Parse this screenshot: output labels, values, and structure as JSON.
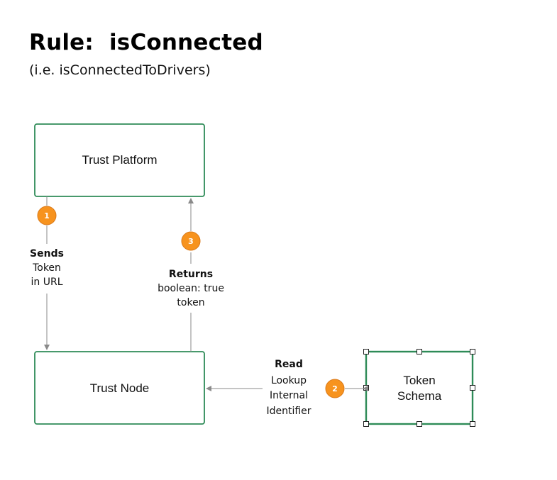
{
  "title": "Rule:  isConnected",
  "subtitle": "(i.e. isConnectedToDrivers)",
  "nodes": {
    "trust_platform": "Trust Platform",
    "trust_node": "Trust Node",
    "token_schema_line1": "Token",
    "token_schema_line2": "Schema"
  },
  "steps": {
    "step1": {
      "number": "1",
      "label_bold": "Sends",
      "label_line2": "Token",
      "label_line3": "in URL"
    },
    "step2": {
      "number": "2",
      "label_bold": "Read",
      "label_line2": "Lookup",
      "label_line3": "Internal",
      "label_line4": "Identifier"
    },
    "step3": {
      "number": "3",
      "label_bold": "Returns",
      "label_line2": "boolean: true",
      "label_line3": "token"
    }
  },
  "colors": {
    "node_border": "#2e8b57",
    "badge_fill": "#f7931e",
    "badge_stroke": "#d9791a",
    "connector": "#8a8a8a",
    "selection_handle": "#222222"
  }
}
